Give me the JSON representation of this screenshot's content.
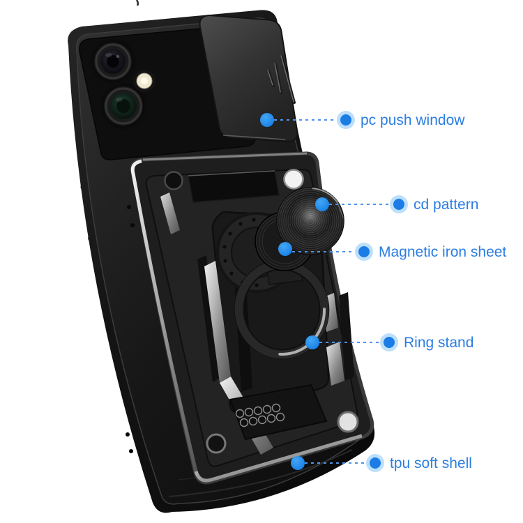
{
  "image": {
    "type": "product feature callout diagram",
    "background": "#ffffff",
    "product_name": "black armor phone case with slide camera cover, CD-pattern magnetic ring stand"
  },
  "style": {
    "label_color": "#2b7de2",
    "dot_color": "#2196f3",
    "halo_color": "rgba(33,148,242,0.30)",
    "dash_color": "#4f93e8",
    "case_color": "#161616",
    "silver_color": "#b9b9b9"
  },
  "callouts": [
    {
      "label": "pc push window",
      "target": "slide camera cover"
    },
    {
      "label": "cd pattern",
      "target": "cd texture disc"
    },
    {
      "label": "Magnetic iron sheet",
      "target": "magnetic plate"
    },
    {
      "label": "Ring stand",
      "target": "kickstand ring"
    },
    {
      "label": "tpu soft shell",
      "target": "case body"
    }
  ]
}
